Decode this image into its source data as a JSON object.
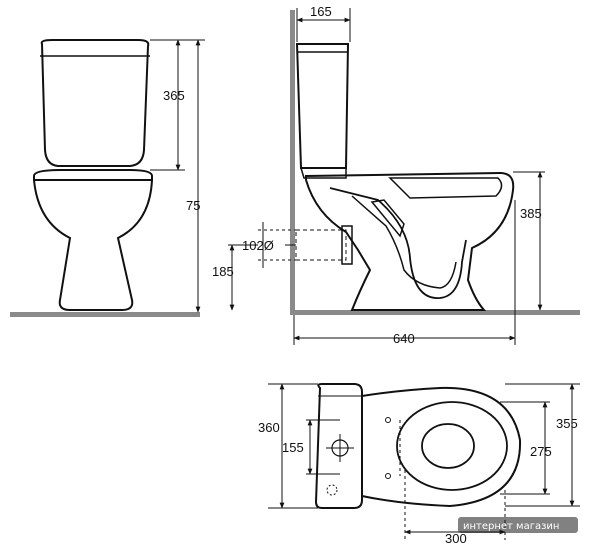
{
  "dimensions": {
    "tank_height": "365",
    "total_height": "75",
    "tank_depth": "165",
    "inlet_diameter": "102Ø",
    "inlet_height": "185",
    "bowl_height": "385",
    "total_length": "640",
    "tank_width": "360",
    "mount_spacing": "155",
    "bowl_width": "355",
    "seat_width": "275",
    "plan_length": "300"
  },
  "watermark": "интернет магазин",
  "colors": {
    "line": "#111111",
    "floor": "#8a8a8a",
    "wall": "#8a8a8a"
  }
}
